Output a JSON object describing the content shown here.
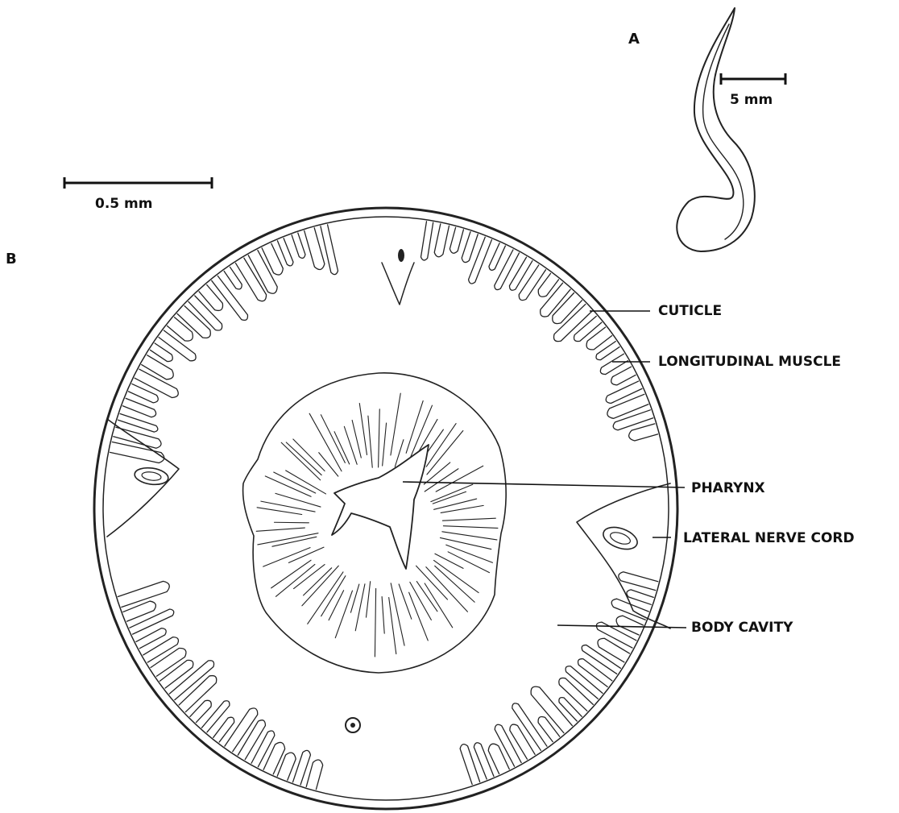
{
  "panel_a": {
    "letter": "A",
    "scale_bar": "5 mm"
  },
  "panel_b": {
    "letter": "B",
    "scale_bar": "0.5 mm",
    "labels": {
      "cuticle": "CUTICLE",
      "longitudinal_muscle": "LONGITUDINAL MUSCLE",
      "pharynx": "PHARYNX",
      "lateral_nerve_cord": "LATERAL NERVE CORD",
      "body_cavity": "BODY CAVITY"
    }
  }
}
